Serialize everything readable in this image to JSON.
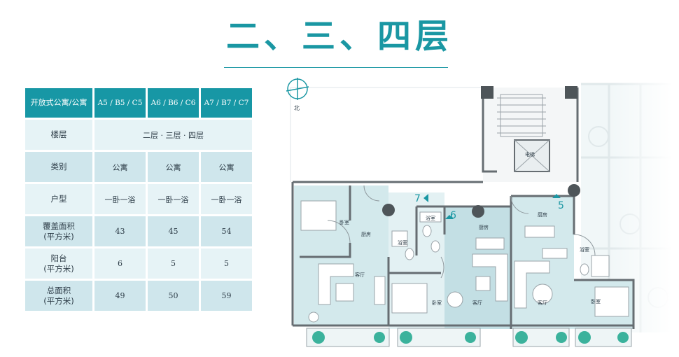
{
  "title": "二、三、四层",
  "table": {
    "header": [
      "开放式公寓/公寓",
      "A5 / B5 / C5",
      "A6 / B6 / C6",
      "A7 / B7 / C7"
    ],
    "floor": {
      "label": "楼层",
      "value": "二层 · 三层 · 四层"
    },
    "rows": [
      {
        "label": "类别",
        "values": [
          "公寓",
          "公寓",
          "公寓"
        ]
      },
      {
        "label": "户型",
        "values": [
          "一卧一浴",
          "一卧一浴",
          "一卧一浴"
        ]
      },
      {
        "label": "覆盖面积\n(平方米)",
        "values": [
          "43",
          "45",
          "54"
        ]
      },
      {
        "label": "阳台\n(平方米)",
        "values": [
          "6",
          "5",
          "5"
        ]
      },
      {
        "label": "总面积\n(平方米)",
        "values": [
          "49",
          "50",
          "59"
        ]
      }
    ]
  },
  "plan": {
    "north_label": "北",
    "unit_numbers": [
      "7",
      "6",
      "5"
    ],
    "room_labels": {
      "elevator": "电梯",
      "bedroom": "卧室",
      "kitchen": "厨房",
      "bathroom": "浴室",
      "living": "客厅"
    },
    "colors": {
      "wall": "#666d72",
      "floor": "#d3e9ec",
      "floor_dark": "#c3dfe4",
      "accent": "#1a97a3",
      "plant": "#3bb29c"
    }
  }
}
